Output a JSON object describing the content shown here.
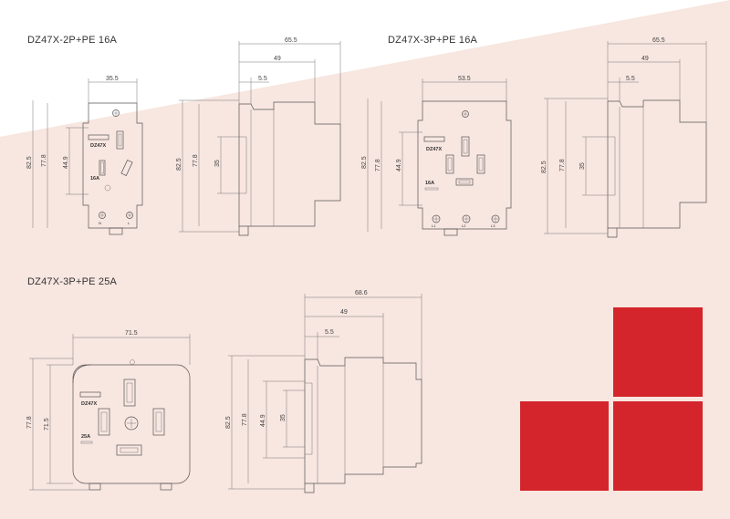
{
  "colors": {
    "background_band": "#f8e6e0",
    "accent": "#d3252b",
    "line": "#555555"
  },
  "drawing1": {
    "title": "DZ47X-2P+PE 16A",
    "width_dim": "35.5",
    "height_outer": "82.5",
    "height_body": "77.8",
    "socket_height": "44.9",
    "brand": "DZ47X",
    "rating": "16A",
    "terminals": [
      "N",
      "L"
    ],
    "side": {
      "overall": "65.5",
      "depth": "49",
      "step": "5.5",
      "outer": "82.5",
      "body": "77.8",
      "rail": "35"
    }
  },
  "drawing2": {
    "title": "DZ47X-3P+PE 16A",
    "width_dim": "53.5",
    "height_outer": "82.5",
    "height_body": "77.8",
    "socket_height": "44.9",
    "brand": "DZ47X",
    "rating": "16A",
    "terminals": [
      "L1",
      "L2",
      "L3"
    ],
    "side": {
      "overall": "65.5",
      "depth": "49",
      "step": "5.5",
      "outer": "82.5",
      "body": "77.8",
      "rail": "35"
    }
  },
  "drawing3": {
    "title": "DZ47X-3P+PE 25A",
    "width_dim": "71.5",
    "height_outer": "77.8",
    "height_body": "71.5",
    "brand": "DZ47X",
    "rating": "25A",
    "side": {
      "overall": "68.6",
      "depth": "49",
      "step": "5.5",
      "outer": "82.5",
      "body": "77.8",
      "socket": "44.9",
      "rail": "35"
    }
  }
}
